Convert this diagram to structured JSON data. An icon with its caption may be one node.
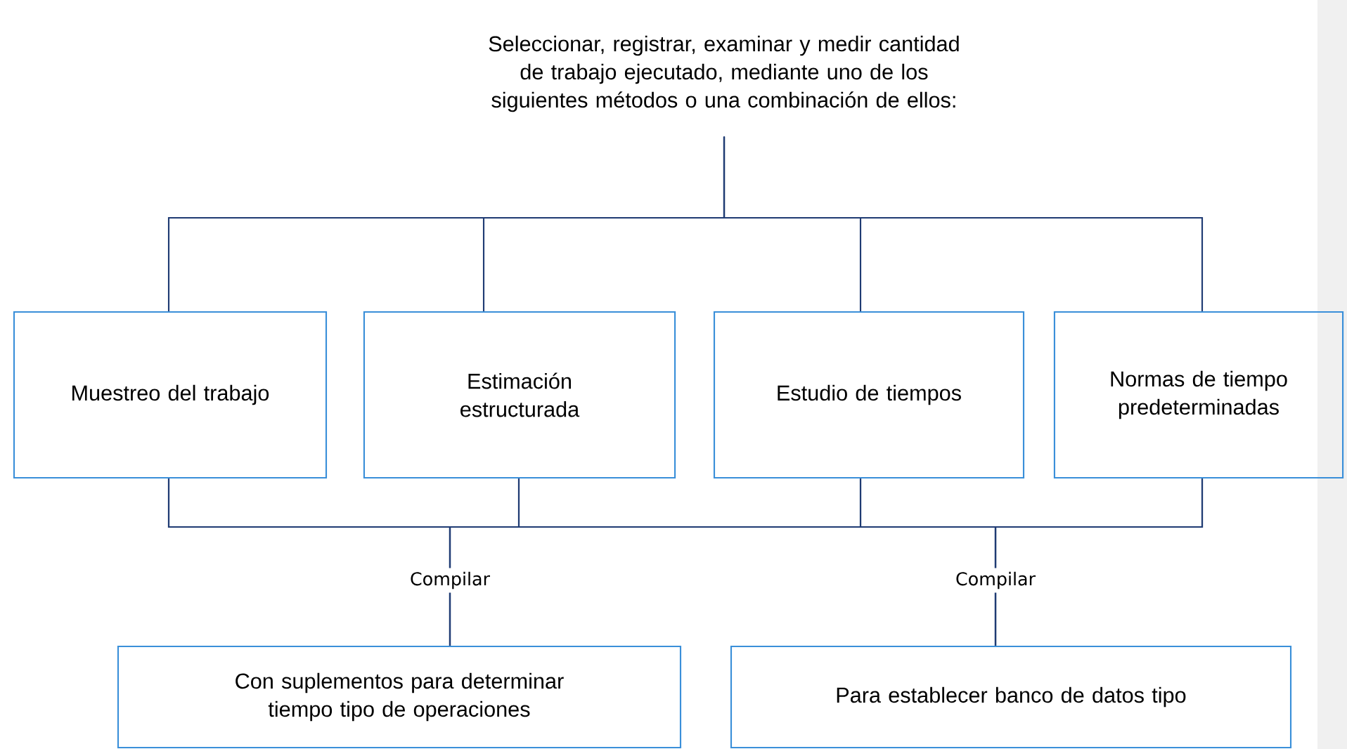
{
  "diagram": {
    "nodes": [
      {
        "text": [
          "Seleccionar, registrar, examinar y medir cantidad de trabajo ejecutado, mediante uno de los siguientes métodos o una combinación de ellos:"
        ]
      },
      {
        "text": [
          "Muestreo del trabajo"
        ]
      },
      {
        "text": [
          "Estimación estructurada"
        ]
      },
      {
        "text": [
          "Estudio de tiempos"
        ]
      },
      {
        "text": [
          "Normas de tiempo predeterminadas"
        ]
      },
      {
        "text": [
          "Con suplementos para determinar tiempo tipo de operaciones"
        ]
      },
      {
        "text": [
          "Para establecer banco de datos tipo"
        ]
      }
    ],
    "edges": [
      {
        "from": 0,
        "to": 1,
        "arrow": "none"
      },
      {
        "from": 0,
        "to": 2,
        "arrow": "none"
      },
      {
        "from": 0,
        "to": 3,
        "arrow": "none"
      },
      {
        "from": 0,
        "to": 4,
        "arrow": "none"
      },
      {
        "from": 1,
        "to": 5,
        "arrow": "none",
        "label": "Compilar"
      },
      {
        "from": 2,
        "to": 5,
        "arrow": "none"
      },
      {
        "from": 3,
        "to": 5,
        "arrow": "none"
      },
      {
        "from": 4,
        "to": 5,
        "arrow": "none"
      },
      {
        "from": 1,
        "to": 6,
        "arrow": "none",
        "label": "Compilar"
      },
      {
        "from": 2,
        "to": 6,
        "arrow": "none"
      },
      {
        "from": 3,
        "to": 6,
        "arrow": "none"
      },
      {
        "from": 4,
        "to": 6,
        "arrow": "none"
      }
    ]
  }
}
